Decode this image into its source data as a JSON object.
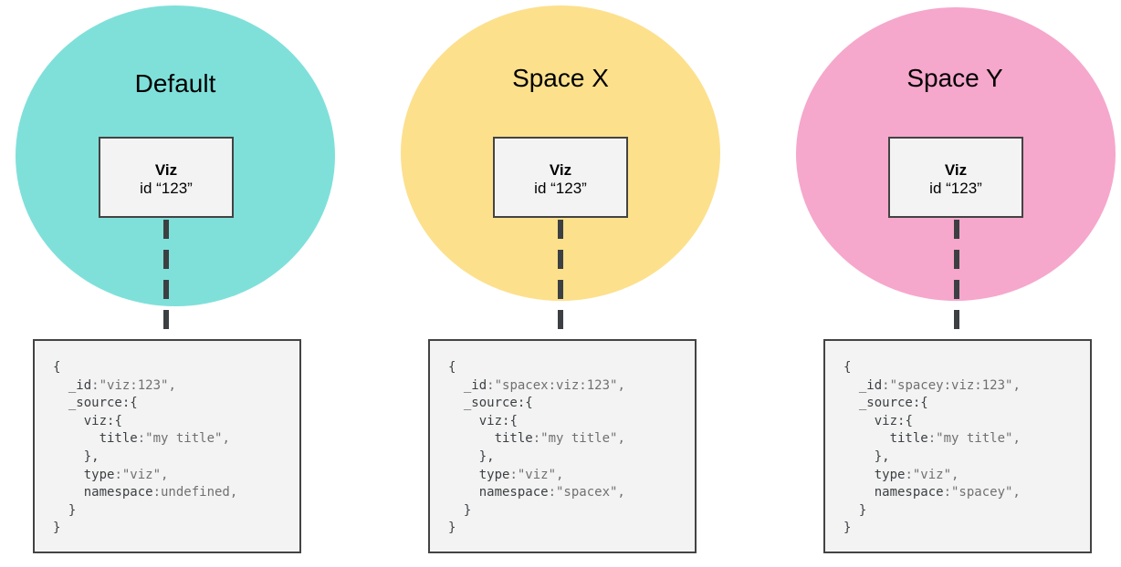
{
  "colors": {
    "default_circle": "#7fe0da",
    "spacex_circle": "#fce08c",
    "spacey_circle": "#f6a7cc",
    "box_fill": "#f3f3f3",
    "box_border": "#434343",
    "connector": "#3c4043"
  },
  "spaces": [
    {
      "title": "Default",
      "viz_title": "Viz",
      "viz_id": "id “123”",
      "doc": {
        "open": "{",
        "id_key": "_id",
        "id_value": ":\"viz:123\",",
        "source_key": "_source",
        "source_open": ":{",
        "viz_key": "viz",
        "viz_open": ":{",
        "title_key": "title",
        "title_value": ":\"my title\",",
        "viz_close": "},",
        "type_key": "type",
        "type_value": ":\"viz\",",
        "namespace_key": "namespace",
        "namespace_value": ":undefined,",
        "source_close": "}",
        "close": "}"
      }
    },
    {
      "title": "Space X",
      "viz_title": "Viz",
      "viz_id": "id “123”",
      "doc": {
        "open": "{",
        "id_key": "_id",
        "id_value": ":\"spacex:viz:123\",",
        "source_key": "_source",
        "source_open": ":{",
        "viz_key": "viz",
        "viz_open": ":{",
        "title_key": "title",
        "title_value": ":\"my title\",",
        "viz_close": "},",
        "type_key": "type",
        "type_value": ":\"viz\",",
        "namespace_key": "namespace",
        "namespace_value": ":\"spacex\",",
        "source_close": "}",
        "close": "}"
      }
    },
    {
      "title": "Space Y",
      "viz_title": "Viz",
      "viz_id": "id “123”",
      "doc": {
        "open": "{",
        "id_key": "_id",
        "id_value": ":\"spacey:viz:123\",",
        "source_key": "_source",
        "source_open": ":{",
        "viz_key": "viz",
        "viz_open": ":{",
        "title_key": "title",
        "title_value": ":\"my title\",",
        "viz_close": "},",
        "type_key": "type",
        "type_value": ":\"viz\",",
        "namespace_key": "namespace",
        "namespace_value": ":\"spacey\",",
        "source_close": "}",
        "close": "}"
      }
    }
  ]
}
